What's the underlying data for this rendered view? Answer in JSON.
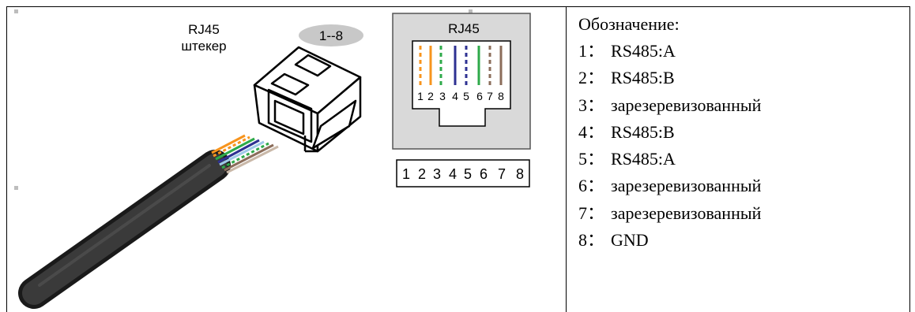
{
  "diagram": {
    "plug_title": "RJ45",
    "plug_subtitle": "штекер",
    "plug_badge": "1--8",
    "socket_title": "RJ45",
    "socket_pin_numbers": [
      "1",
      "2",
      "3",
      "4",
      "5",
      "6",
      "7",
      "8"
    ],
    "pin_strip_digits": [
      "1",
      "2",
      "3",
      "4",
      "5",
      "6",
      "7",
      "8"
    ],
    "colors": {
      "orange": "#f7941d",
      "green": "#2eaa4a",
      "blue": "#2e3192",
      "brown": "#8b6d5a",
      "cable": "#2a2a2a",
      "socket_bg": "#d9d9d9",
      "badge_bg": "#c8c8c8"
    }
  },
  "legend": {
    "heading": "Обозначение:",
    "separator": "：",
    "items": [
      {
        "num": "1",
        "label": "RS485:A"
      },
      {
        "num": "2",
        "label": "RS485:B"
      },
      {
        "num": "3",
        "label": "зарезеревизованный"
      },
      {
        "num": "4",
        "label": "RS485:B"
      },
      {
        "num": "5",
        "label": "RS485:A"
      },
      {
        "num": "6",
        "label": "зарезеревизованный"
      },
      {
        "num": "7",
        "label": "зарезеревизованный"
      },
      {
        "num": "8",
        "label": "GND"
      }
    ]
  }
}
